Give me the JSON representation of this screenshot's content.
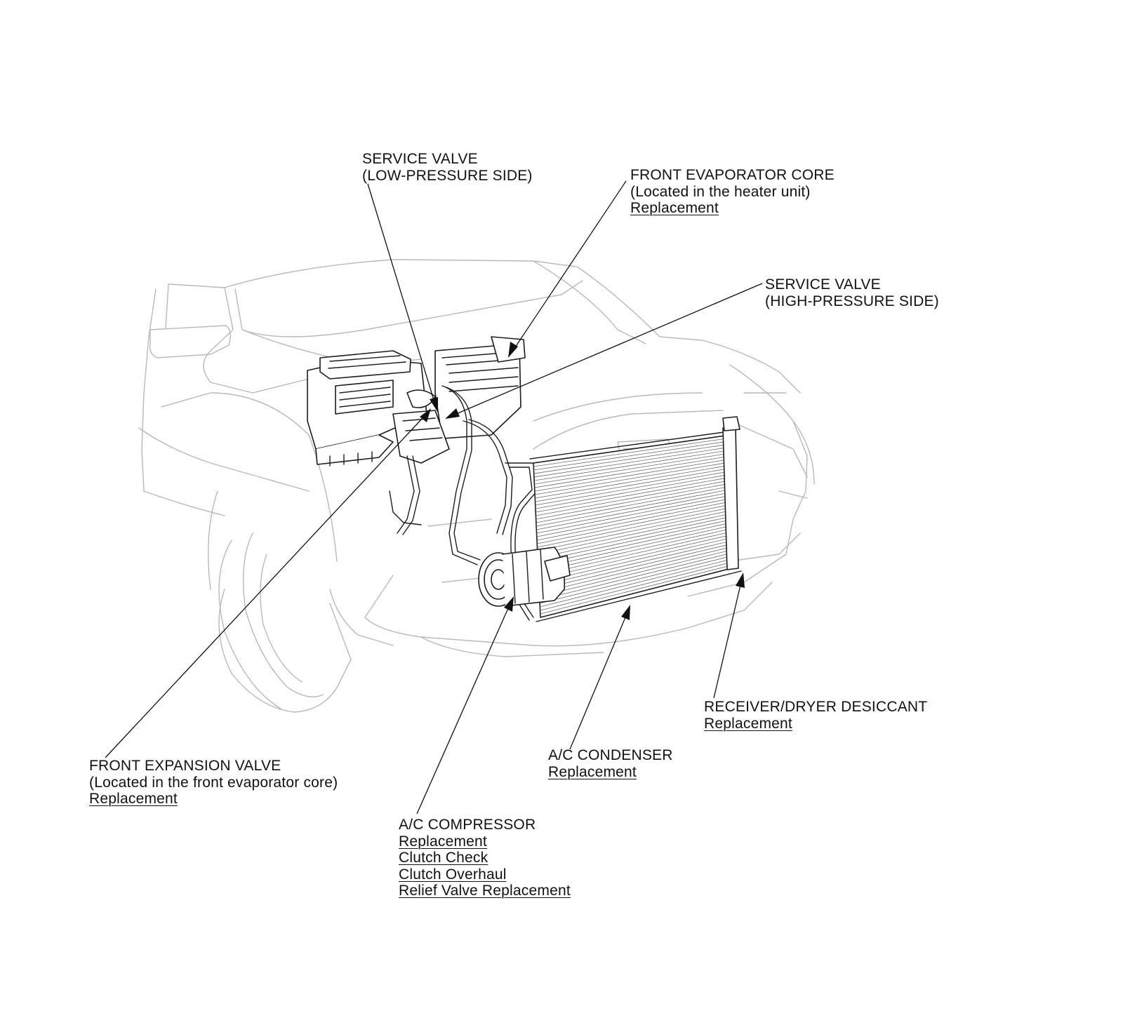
{
  "callouts": {
    "service_valve_low": {
      "title": "SERVICE VALVE",
      "subtitle": "(LOW-PRESSURE SIDE)"
    },
    "front_evaporator_core": {
      "title": "FRONT EVAPORATOR CORE",
      "subtitle": "(Located in the heater unit)",
      "links": [
        "Replacement"
      ]
    },
    "service_valve_high": {
      "title": "SERVICE VALVE",
      "subtitle": "(HIGH-PRESSURE SIDE)"
    },
    "receiver_dryer": {
      "title": "RECEIVER/DRYER DESICCANT",
      "links": [
        "Replacement"
      ]
    },
    "ac_condenser": {
      "title": "A/C CONDENSER",
      "links": [
        "Replacement"
      ]
    },
    "front_expansion_valve": {
      "title": "FRONT EXPANSION VALVE",
      "subtitle": "(Located in the front evaporator core)",
      "links": [
        "Replacement"
      ]
    },
    "ac_compressor": {
      "title": "A/C COMPRESSOR",
      "links": [
        "Replacement",
        "Clutch Check",
        "Clutch Overhaul",
        "Relief Valve Replacement"
      ]
    }
  }
}
